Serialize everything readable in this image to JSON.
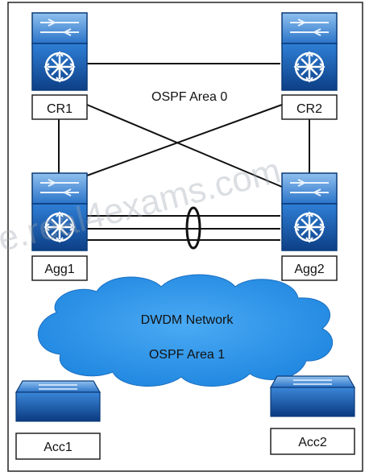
{
  "diagram": {
    "area0_label": "OSPF Area 0",
    "cloud_title": "DWDM Network",
    "cloud_subtitle": "OSPF Area 1",
    "watermark": "e.real4exams.com",
    "devices": {
      "cr1": "CR1",
      "cr2": "CR2",
      "agg1": "Agg1",
      "agg2": "Agg2",
      "acc1": "Acc1",
      "acc2": "Acc2"
    },
    "colors": {
      "device_blue": "#1f6fc8",
      "device_dark": "#0d3f86",
      "cloud": "#2e95e8",
      "frame": "#222222"
    }
  }
}
